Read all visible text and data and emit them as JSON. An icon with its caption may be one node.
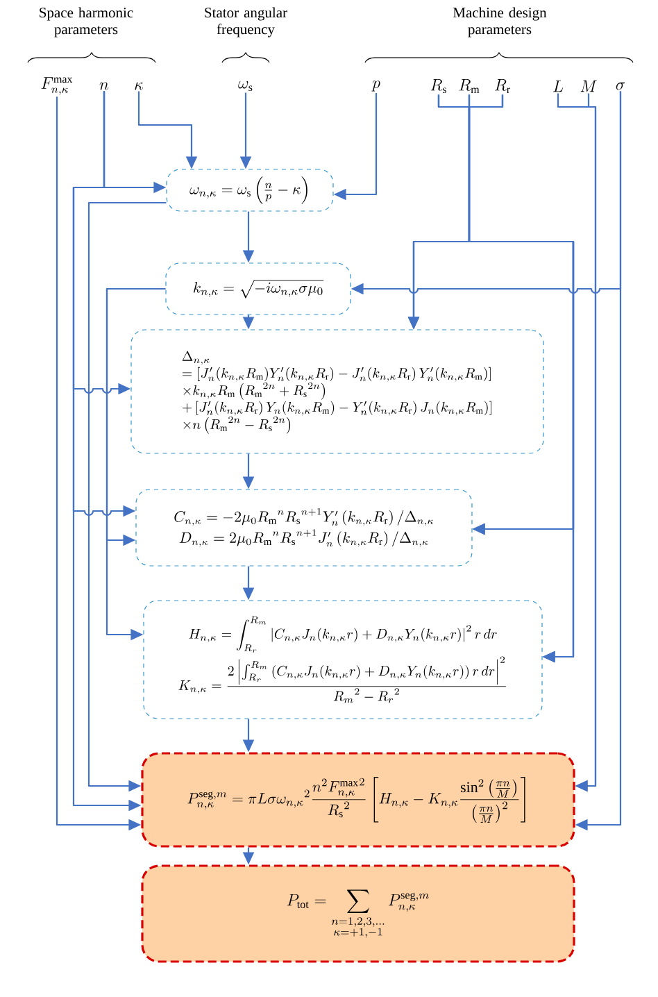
{
  "diagram": {
    "nodes": [
      {
        "text": [
          "F_{n,\\kappa}^{\\max}"
        ]
      },
      {
        "text": [
          "n"
        ]
      },
      {
        "text": [
          "\\kappa"
        ]
      },
      {
        "text": [
          "\\omega_{\\mathrm{s}}"
        ]
      },
      {
        "text": [
          "p"
        ]
      },
      {
        "text": [
          "R_{\\mathrm{s}}"
        ]
      },
      {
        "text": [
          "R_{\\mathrm{m}}"
        ]
      },
      {
        "text": [
          "R_{\\mathrm{r}}"
        ]
      },
      {
        "text": [
          "L"
        ]
      },
      {
        "text": [
          "M"
        ]
      },
      {
        "text": [
          "\\sigma"
        ]
      },
      {
        "text": [
          "\\omega_{n,\\kappa} = \\omega_{\\mathrm{s}}\\left(\\frac{n}{p}-\\kappa\\right)"
        ]
      },
      {
        "text": [
          "k_{n,\\kappa} = \\sqrt{-i\\omega_{n,\\kappa}\\sigma\\mu_0}"
        ]
      },
      {
        "text": [
          "\\begin{array}{l}\\Delta_{n,\\kappa}\\\\ =\\left[J'_n(k_{n,\\kappa}R_{\\mathrm{m}})Y'_n(k_{n,\\kappa}R_{\\mathrm{r}})-J'_n(k_{n,\\kappa}R_{\\mathrm{r}})\\,Y'_n(k_{n,\\kappa}R_{\\mathrm{m}})\\right]\\\\ \\times k_{n,\\kappa}R_{\\mathrm{m}}\\left({R_{\\mathrm{m}}}^{2n}+{R_{\\mathrm{s}}}^{2n}\\right)\\\\ +\\left[J'_n(k_{n,\\kappa}R_{\\mathrm{r}})\\,Y_n(k_{n,\\kappa}R_{\\mathrm{m}})-Y'_n(k_{n,\\kappa}R_{\\mathrm{r}})\\,J_n(k_{n,\\kappa}R_{\\mathrm{m}})\\right]\\\\ \\times n\\left({R_{\\mathrm{m}}}^{2n}-{R_{\\mathrm{s}}}^{2n}\\right)\\end{array}"
        ]
      },
      {
        "text": [
          "C_{n,\\kappa} = -2\\mu_0{R_{\\mathrm{m}}}^{n}{R_{\\mathrm{s}}}^{n+1}Y'_n\\left(k_{n,\\kappa}R_{\\mathrm{r}}\\right)/\\Delta_{n,\\kappa}",
          "D_{n,\\kappa} = 2\\mu_0{R_{\\mathrm{m}}}^{n}{R_{\\mathrm{s}}}^{n+1}J'_n\\left(k_{n,\\kappa}R_{\\mathrm{r}}\\right)/\\Delta_{n,\\kappa}"
        ]
      },
      {
        "text": [
          "H_{n,\\kappa} = \\int_{R_r}^{R_m}\\left|C_{n,\\kappa}J_n(k_{n,\\kappa}r)+D_{n,\\kappa}Y_n(k_{n,\\kappa}r)\\right|^2 r\\,dr",
          "K_{n,\\kappa} = \\frac{2\\left|\\int_{R_r}^{R_m}\\left(C_{n,\\kappa}J_n(k_{n,\\kappa}r)+D_{n,\\kappa}Y_n(k_{n,\\kappa}r)\\right)r\\,dr\\right|^2}{{R_m}^2-{R_r}^2}"
        ]
      },
      {
        "text": [
          "P_{n,\\kappa}^{\\mathrm{seg},m} = \\pi L\\sigma{\\omega_{n,\\kappa}}^2\\frac{n^2{F_{n,\\kappa}^{\\max}}^2}{{R_{\\mathrm{s}}}^2}\\left[H_{n,\\kappa}-K_{n,\\kappa}\\frac{\\sin^2\\left(\\frac{\\pi n}{M}\\right)}{\\left(\\frac{\\pi n}{M}\\right)^2}\\right]"
        ]
      },
      {
        "text": [
          "P_{\\mathrm{tot}} = \\sum_{\\substack{n=1,2,3,\\ldots\\\\ \\kappa=+1,-1}} P_{n,\\kappa}^{\\mathrm{seg},m}"
        ]
      }
    ],
    "edges": [
      {
        "from": 0,
        "to": 16,
        "arrow": "to"
      },
      {
        "from": 1,
        "to": 11,
        "arrow": "to"
      },
      {
        "from": 1,
        "to": 13,
        "arrow": "to"
      },
      {
        "from": 1,
        "to": 14,
        "arrow": "to"
      },
      {
        "from": 1,
        "to": 16,
        "arrow": "to"
      },
      {
        "from": 2,
        "to": 11,
        "arrow": "to"
      },
      {
        "from": 3,
        "to": 11,
        "arrow": "to"
      },
      {
        "from": 4,
        "to": 11,
        "arrow": "to"
      },
      {
        "from": 5,
        "to": 13,
        "arrow": "to"
      },
      {
        "from": 6,
        "to": 13,
        "arrow": "to"
      },
      {
        "from": 7,
        "to": 13,
        "arrow": "to"
      },
      {
        "from": 5,
        "to": 14,
        "arrow": "to"
      },
      {
        "from": 6,
        "to": 14,
        "arrow": "to"
      },
      {
        "from": 7,
        "to": 14,
        "arrow": "to"
      },
      {
        "from": 5,
        "to": 15,
        "arrow": "to"
      },
      {
        "from": 6,
        "to": 15,
        "arrow": "to"
      },
      {
        "from": 7,
        "to": 15,
        "arrow": "to"
      },
      {
        "from": 8,
        "to": 16,
        "arrow": "to"
      },
      {
        "from": 9,
        "to": 16,
        "arrow": "to"
      },
      {
        "from": 10,
        "to": 12,
        "arrow": "to"
      },
      {
        "from": 10,
        "to": 16,
        "arrow": "to"
      },
      {
        "from": 11,
        "to": 12,
        "arrow": "to"
      },
      {
        "from": 11,
        "to": 16,
        "arrow": "to"
      },
      {
        "from": 12,
        "to": 13,
        "arrow": "to"
      },
      {
        "from": 12,
        "to": 14,
        "arrow": "to"
      },
      {
        "from": 12,
        "to": 15,
        "arrow": "to"
      },
      {
        "from": 13,
        "to": 14,
        "arrow": "to"
      },
      {
        "from": 14,
        "to": 15,
        "arrow": "to"
      },
      {
        "from": 15,
        "to": 16,
        "arrow": "to"
      },
      {
        "from": 16,
        "to": 17,
        "arrow": "to"
      }
    ],
    "labels": [
      "Space harmonic parameters",
      "Stator angular frequency",
      "Machine design parameters"
    ]
  }
}
